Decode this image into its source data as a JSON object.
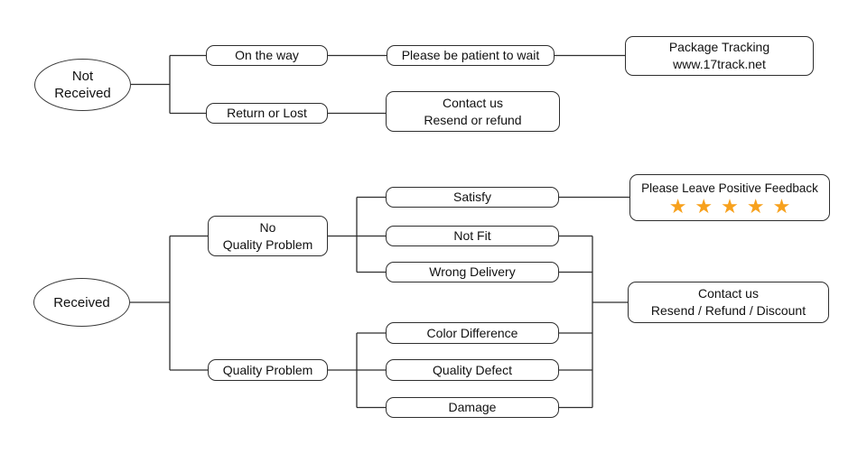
{
  "colors": {
    "star": "#F7A11D",
    "line": "#2e2e2e",
    "text": "#111111"
  },
  "flowchart": {
    "not_received": {
      "line1": "Not",
      "line2": "Received"
    },
    "on_the_way": {
      "label": "On the way"
    },
    "please_be_patient": {
      "label": "Please be patient to wait"
    },
    "package_tracking": {
      "line1": "Package Tracking",
      "line2": "www.17track.net"
    },
    "return_or_lost": {
      "label": "Return or Lost"
    },
    "contact_resend_refund": {
      "line1": "Contact us",
      "line2": "Resend or refund"
    },
    "received": {
      "label": "Received"
    },
    "no_quality_problem": {
      "line1": "No",
      "line2": "Quality Problem"
    },
    "quality_problem": {
      "label": "Quality Problem"
    },
    "satisfy": {
      "label": "Satisfy"
    },
    "not_fit": {
      "label": "Not Fit"
    },
    "wrong_delivery": {
      "label": "Wrong Delivery"
    },
    "color_difference": {
      "label": "Color Difference"
    },
    "quality_defect": {
      "label": "Quality Defect"
    },
    "damage": {
      "label": "Damage"
    },
    "positive_feedback": {
      "label": "Please Leave Positive Feedback",
      "stars": "★★★★★",
      "star_count": 5
    },
    "contact_resend_refund_discount": {
      "line1": "Contact us",
      "line2": "Resend / Refund / Discount"
    }
  }
}
